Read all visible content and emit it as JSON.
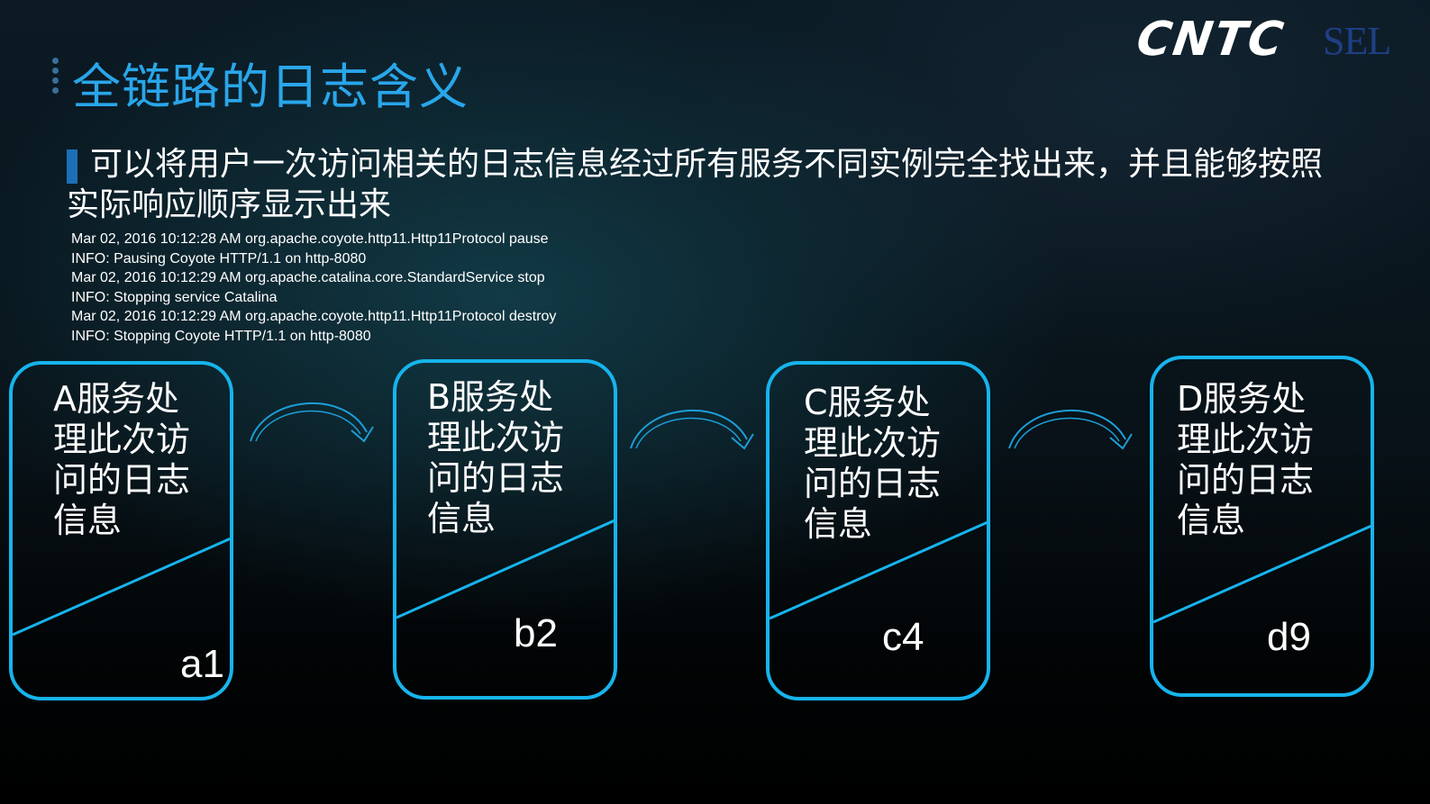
{
  "title": "全链路的日志含义",
  "logo": {
    "main": "CNTC",
    "secondary": "SEL"
  },
  "subtitle": "可以将用户一次访问相关的日志信息经过所有服务不同实例完全找出来，并且能够按照实际响应顺序显示出来",
  "log_lines": [
    "Mar 02, 2016 10:12:28 AM org.apache.coyote.http11.Http11Protocol pause",
    "INFO: Pausing Coyote HTTP/1.1 on http-8080",
    "Mar 02, 2016 10:12:29 AM org.apache.catalina.core.StandardService stop",
    "INFO: Stopping service Catalina",
    "Mar 02, 2016 10:12:29 AM org.apache.coyote.http11.Http11Protocol destroy",
    "INFO: Stopping Coyote HTTP/1.1 on http-8080"
  ],
  "boxes": [
    {
      "label": "A服务处理此次访问的日志信息",
      "id": "a1"
    },
    {
      "label": "B服务处理此次访问的日志信息",
      "id": "b2"
    },
    {
      "label": "C服务处理此次访问的日志信息",
      "id": "c4"
    },
    {
      "label": "D服务处理此次访问的日志信息",
      "id": "d9"
    }
  ],
  "colors": {
    "title": "#29a6ea",
    "box_border": "#16b4ec",
    "subtitle_bar": "#1d6fb8"
  },
  "icons": [
    "curved-arrow-icon"
  ]
}
